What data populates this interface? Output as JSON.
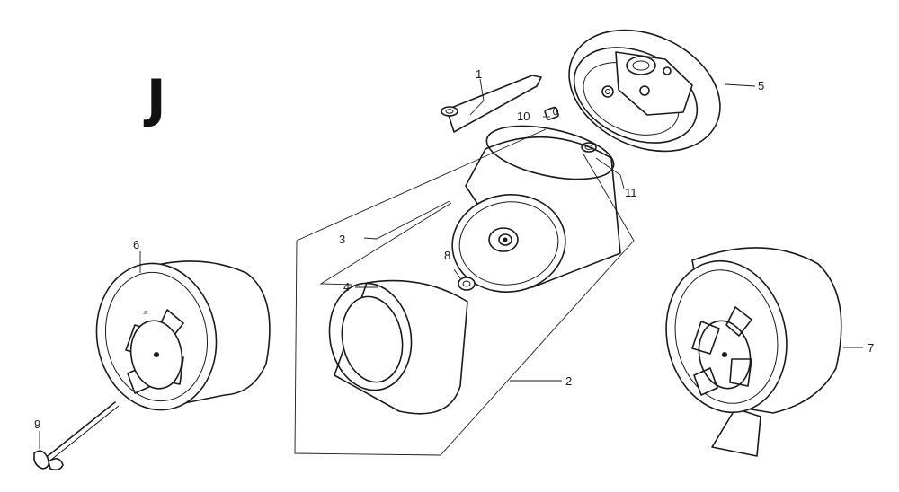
{
  "section_letter": "J",
  "callouts": {
    "c1": "1",
    "c2": "2",
    "c3": "3",
    "c4": "4",
    "c5": "5",
    "c6": "6",
    "c7": "7",
    "c8": "8",
    "c9": "9",
    "c10": "10",
    "c11": "11"
  },
  "colors": {
    "ink": "#1a1a1a",
    "paper": "#ffffff"
  }
}
